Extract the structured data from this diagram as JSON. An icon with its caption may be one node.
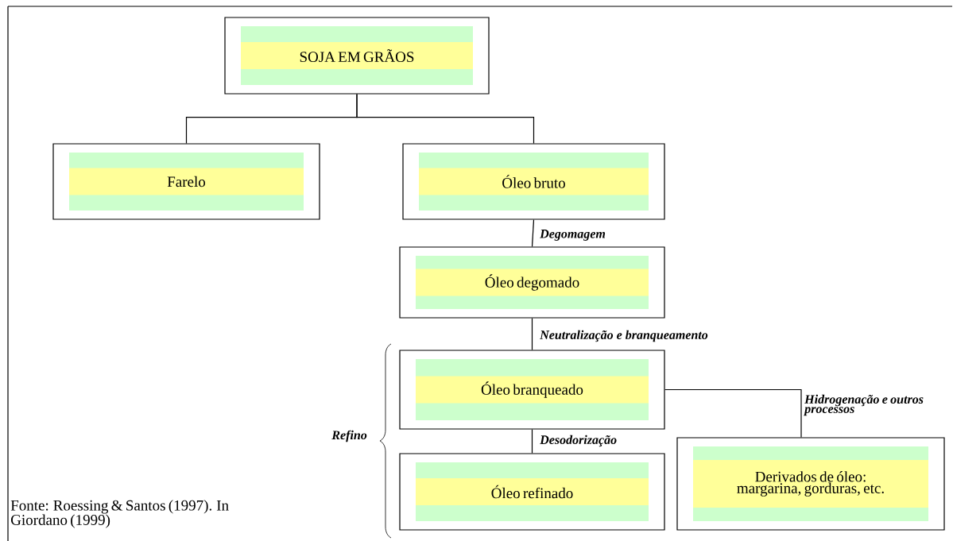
{
  "diagram": {
    "caption": "Fonte: Roessing & Santos (1997). In Giordano (1999)",
    "nodes": [
      {
        "text": [
          "SOJA EM GRÃOS"
        ]
      },
      {
        "text": [
          "Farelo"
        ]
      },
      {
        "text": [
          "Óleo bruto"
        ]
      },
      {
        "text": [
          "Óleo degomado"
        ]
      },
      {
        "text": [
          "Óleo branqueado"
        ]
      },
      {
        "text": [
          "Óleo refinado"
        ]
      },
      {
        "text": [
          "Derivados de óleo: margarina, gorduras, etc."
        ]
      }
    ],
    "edges": [
      {
        "from": 0,
        "to": 1,
        "arrow": "none"
      },
      {
        "from": 0,
        "to": 2,
        "arrow": "none"
      },
      {
        "from": 2,
        "to": 3,
        "arrow": "none",
        "label": "Degomagem"
      },
      {
        "from": 3,
        "to": 4,
        "arrow": "none",
        "label": "Neutralização e branqueamento"
      },
      {
        "from": 4,
        "to": 5,
        "arrow": "none",
        "label": "Desodorização"
      },
      {
        "from": 4,
        "to": 6,
        "arrow": "none",
        "label": "Hidrogenação e outros processos"
      }
    ],
    "labels": [
      "Refino"
    ]
  }
}
